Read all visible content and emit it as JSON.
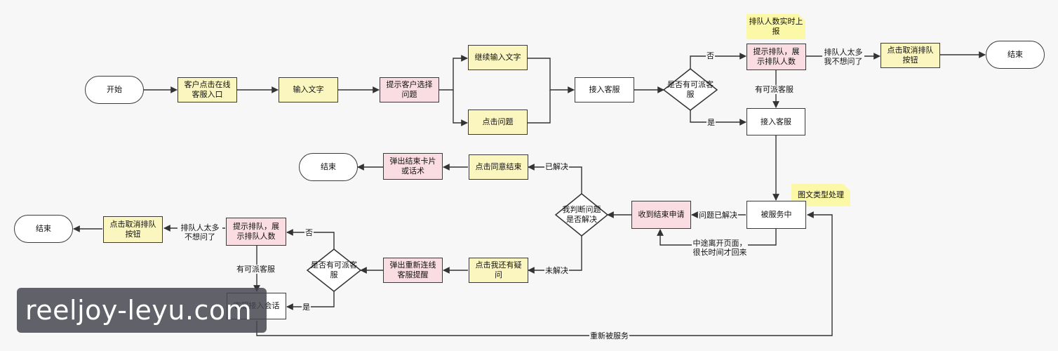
{
  "nodes": {
    "start": "开始",
    "click_entry": "客户点击在线客服入口",
    "input_text": "输入文字",
    "prompt_choose": "提示客户选择问题",
    "continue_input": "继续输入文字",
    "click_question": "点击问题",
    "connect_service_1": "接入客服",
    "decision_1": "是否有可派客服",
    "queue_prompt_1": "提示排队，展示排队人数",
    "cancel_queue_1": "点击取消排队按钮",
    "end_1": "结束",
    "connect_service_2": "接入客服",
    "being_served": "被服务中",
    "receive_end": "收到结束申请",
    "decision_2": "我判断问题是否解决",
    "click_agree_end": "点击同意结束",
    "popup_end_card": "弹出结束卡片或话术",
    "end_2": "结束",
    "click_still_question": "点击我还有疑问",
    "popup_reconnect": "弹出重新连线客服提醒",
    "decision_3": "是否有可派客服",
    "queue_prompt_2": "提示排队，展示排队人数",
    "cancel_queue_2": "点击取消排队按钮",
    "end_3": "结束",
    "agent_join": "客服接入会话"
  },
  "notes": {
    "queue_realtime": "排队人数实时上报",
    "image_text": "图文类型处理"
  },
  "edge_labels": {
    "no_1": "否",
    "yes_1": "是",
    "too_many_1": "排队人太多我不想问了",
    "has_agent_1": "有可派客服",
    "resolved_issue": "问题已解决",
    "left_page": "中途离开页面，很长时间才回来",
    "solved": "已解决",
    "unsolved": "未解决",
    "no_2": "否",
    "yes_2": "是",
    "too_many_2": "排队人太多不想问了",
    "has_agent_2": "有可派客服",
    "re_served": "重新被服务"
  },
  "watermark": "reeljoy-leyu.com"
}
